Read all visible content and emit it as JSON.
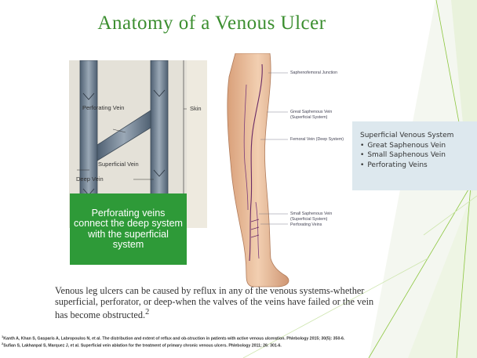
{
  "slide": {
    "title": "Anatomy of a Venous Ulcer",
    "vein_diagram": {
      "label_perforating": "Perforating Vein",
      "label_skin": "Skin",
      "label_superficial": "Superficial Vein",
      "label_deep": "Deep Vein"
    },
    "green_box_text": "Perforating veins connect the deep system with the superficial system",
    "leg_diagram": {
      "label_saphenofemoral": "Saphenofemoral Junction",
      "label_gsv": "Great Saphenous Vein (Superficial System)",
      "label_femoral": "Femoral Vein (Deep System)",
      "label_ssv": "Small Saphenous Vein (Superficial System)",
      "label_perforating": "Perforating Veins"
    },
    "callout": {
      "heading": "Superficial Venous System",
      "items": [
        "Great Saphenous Vein",
        "Small Saphenous Vein",
        "Perforating Veins"
      ]
    },
    "body_text": "Venous leg ulcers can be caused by reflux in any of the venous systems-whether superficial, perforator, or deep-when the valves of the veins have failed or the vein has become obstructed.",
    "body_sup": "2",
    "references": [
      {
        "num": "1",
        "text": "Kanth A, Khan S, Gasparis A, Labropoulos N, et al. The distribution and extent of reflux and ob-struction in patients with active venous ulceration. Phlebology 2015; 30(5): 350-6."
      },
      {
        "num": "2",
        "text": "Sufian S, Lakhanpal S, Marquez J, et al. Superficial vein ablation for the treatment of primary chronic venous ulcers. Phlebology 2011; 26: 301-6."
      }
    ],
    "colors": {
      "title": "#3b8e2f",
      "green_box": "#2e9a38",
      "accent_lines": "#8cc63f",
      "callout_bg": "#dde8ee"
    }
  }
}
